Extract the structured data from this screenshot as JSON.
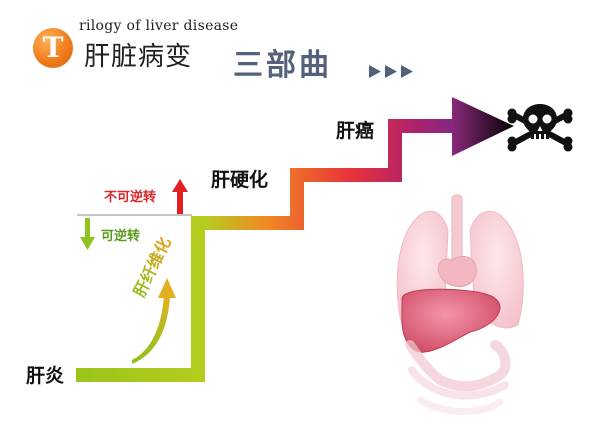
{
  "header": {
    "badge_letter": "T",
    "subtitle": "rilogy of liver disease",
    "title": "肝脏病变",
    "title_accent": "三部曲"
  },
  "stages": {
    "stage1": "肝炎",
    "stage2": "肝硬化",
    "stage3": "肝癌"
  },
  "annotations": {
    "irreversible": "不可逆转",
    "reversible": "可逆转",
    "fibrosis": "肝纤维化"
  },
  "colors": {
    "green": "#8fc31f",
    "orange": "#f08a24",
    "red": "#e8333a",
    "purple": "#8e2a7e",
    "slate": "#55607a",
    "badge": "#f07c1c"
  },
  "icons": [
    "triple-arrow-icon",
    "skull-crossbones-icon",
    "up-arrow-icon",
    "down-arrow-icon",
    "curved-arrow-icon",
    "organs-illustration"
  ]
}
